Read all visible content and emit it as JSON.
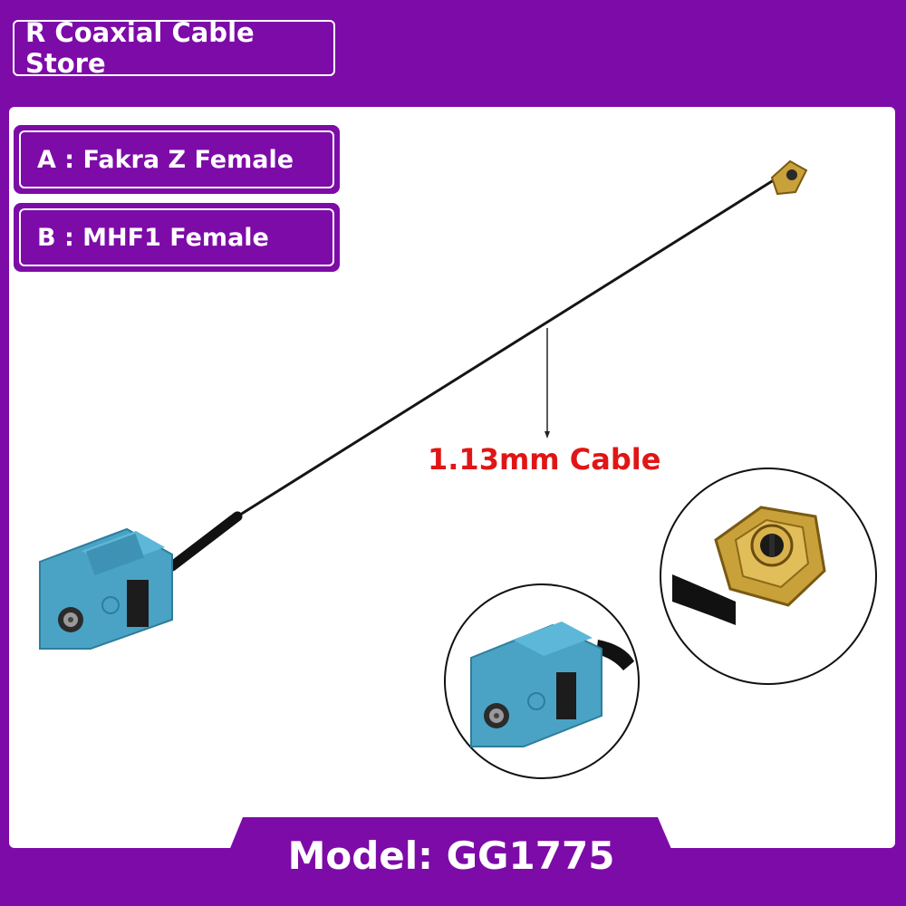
{
  "store": {
    "name": "R Coaxial Cable Store"
  },
  "specs": {
    "a": "A : Fakra Z Female",
    "b": "B : MHF1 Female"
  },
  "cable": {
    "label": "1.13mm Cable"
  },
  "model": {
    "label": "Model: GG1775"
  },
  "colors": {
    "brand": "#7d0ba8",
    "connector": "#4aa3c4",
    "cable_label": "#e01616",
    "gold": "#c9a13a"
  },
  "icons": [
    "fakra-connector-icon",
    "mhf1-connector-icon",
    "cable-arrow-icon"
  ]
}
